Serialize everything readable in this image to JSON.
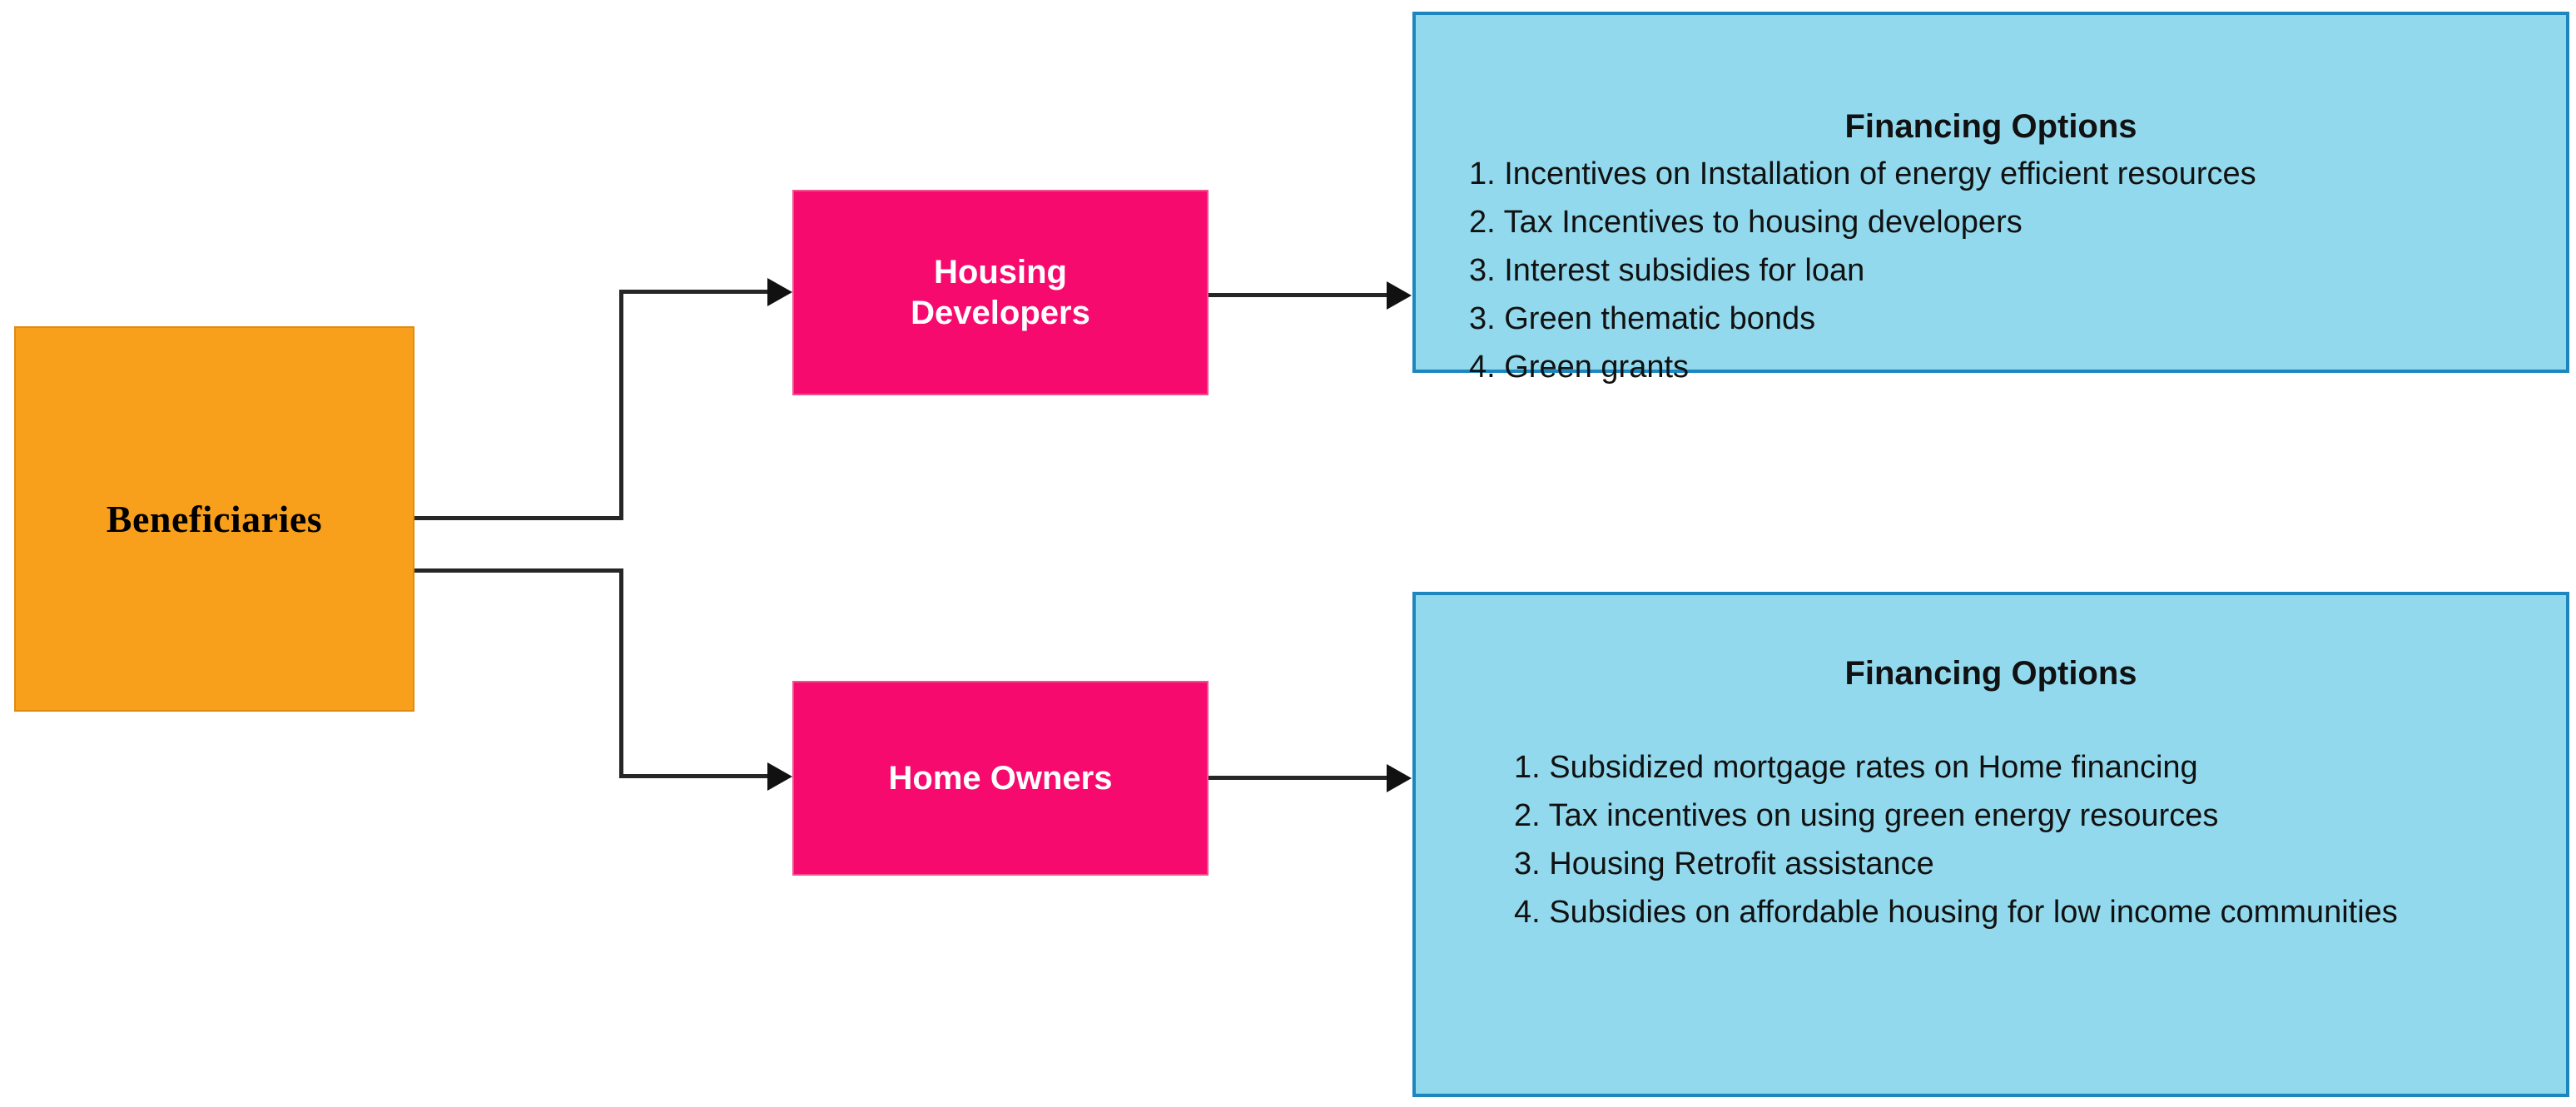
{
  "diagram": {
    "title": "Beneficiaries and Financing Options",
    "colors": {
      "source_fill": "#F8A01C",
      "source_border": "#E08A12",
      "actor_fill": "#F70A6E",
      "actor_border": "#F05090",
      "panel_fill": "#92D9EE",
      "panel_border": "#1C86BF",
      "connector": "#262626",
      "actor_text": "#FFFFFF",
      "body_text": "#111111",
      "background": "#FFFFFF"
    },
    "source_node": {
      "label": "Beneficiaries"
    },
    "actors": [
      {
        "id": "housing-developers",
        "line1": "Housing",
        "line2": "Developers"
      },
      {
        "id": "home-owners",
        "line1": "Home Owners",
        "line2": ""
      }
    ],
    "panels": [
      {
        "id": "financing-options-developers",
        "title": "Financing Options",
        "items": [
          "1. Incentives on Installation of energy efficient resources",
          "2. Tax Incentives to housing developers",
          "3. Interest subsidies for loan",
          "3. Green thematic bonds",
          "4. Green grants"
        ]
      },
      {
        "id": "financing-options-home-owners",
        "title": "Financing Options",
        "items": [
          "1. Subsidized mortgage rates on Home financing",
          "2. Tax incentives on using green energy resources",
          "3. Housing Retrofit assistance",
          "4. Subsidies on affordable housing for low income communities"
        ]
      }
    ],
    "connectors": [
      {
        "id": "beneficiaries-to-housing-developers",
        "from": "Beneficiaries",
        "to": "Housing Developers"
      },
      {
        "id": "beneficiaries-to-home-owners",
        "from": "Beneficiaries",
        "to": "Home Owners"
      },
      {
        "id": "housing-developers-to-financing-options",
        "from": "Housing Developers",
        "to": "Financing Options"
      },
      {
        "id": "home-owners-to-financing-options",
        "from": "Home Owners",
        "to": "Financing Options"
      }
    ]
  }
}
